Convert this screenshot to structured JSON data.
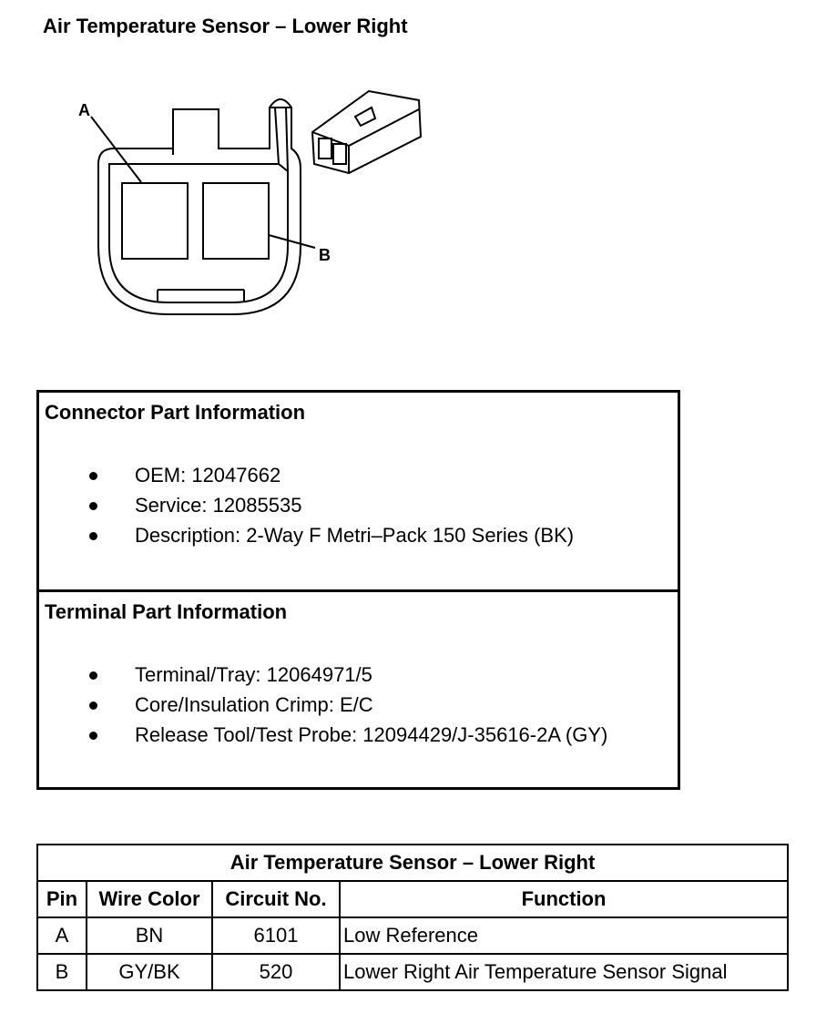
{
  "title": "Air Temperature Sensor – Lower Right",
  "diagram": {
    "label_a": "A",
    "label_b": "B"
  },
  "connector_info": {
    "heading": "Connector Part Information",
    "items": [
      "OEM: 12047662",
      "Service: 12085535",
      "Description: 2-Way F Metri–Pack 150 Series (BK)"
    ]
  },
  "terminal_info": {
    "heading": "Terminal Part Information",
    "items": [
      "Terminal/Tray: 12064971/5",
      "Core/Insulation Crimp: E/C",
      "Release Tool/Test Probe: 12094429/J-35616-2A (GY)"
    ]
  },
  "table": {
    "caption": "Air Temperature Sensor – Lower Right",
    "headers": [
      "Pin",
      "Wire Color",
      "Circuit No.",
      "Function"
    ],
    "rows": [
      {
        "pin": "A",
        "wire_color": "BN",
        "circuit": "6101",
        "function": "Low Reference"
      },
      {
        "pin": "B",
        "wire_color": "GY/BK",
        "circuit": "520",
        "function": "Lower Right Air Temperature Sensor Signal"
      }
    ]
  }
}
